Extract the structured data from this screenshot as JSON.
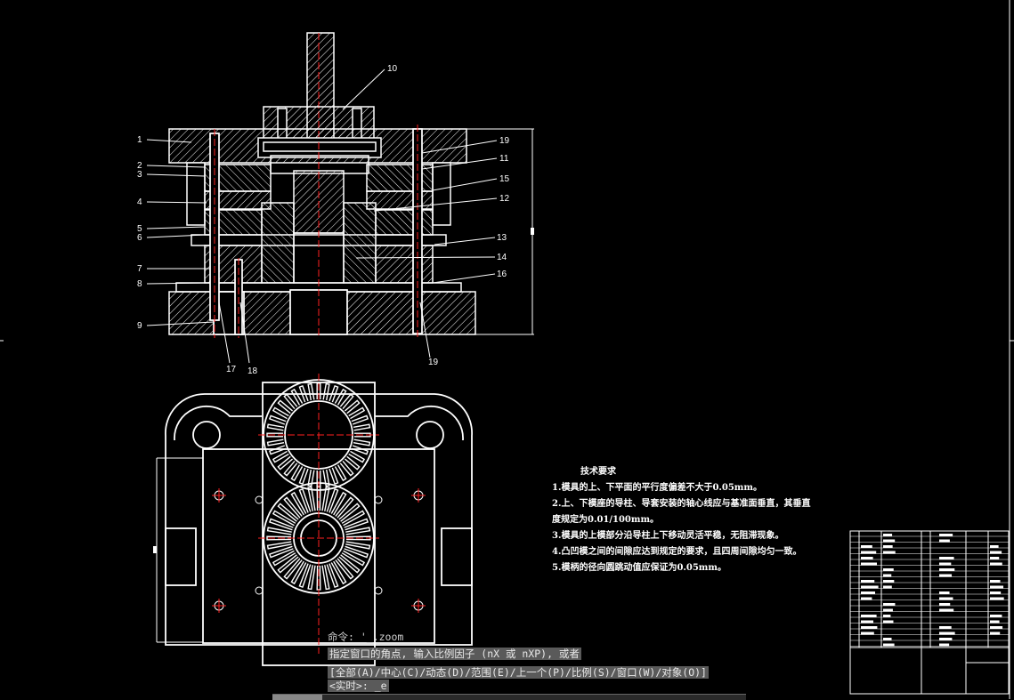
{
  "drawing": {
    "part_numbers": [
      "1",
      "2",
      "3",
      "4",
      "5",
      "6",
      "7",
      "8",
      "9",
      "10",
      "11",
      "12",
      "13",
      "14",
      "15",
      "16",
      "17",
      "18",
      "19",
      "19"
    ],
    "technical_requirements": {
      "title": "技术要求",
      "items": [
        "1.模具的上、下平面的平行度偏差不大于0.05mm。",
        "2.上、下模座的导柱、导套安装的轴心线应与基准面垂直，其垂直",
        "度规定为0.01/100mm。",
        "3.模具的上模部分沿导柱上下移动灵活平稳，无阻滞现象。",
        "4.凸凹模之间的间隙应达到规定的要求，且四周间隙均匀一致。",
        "5.模柄的径向圆跳动值应保证为0.05mm。"
      ]
    }
  },
  "command": {
    "line1_prompt": "命令: ",
    "line1_value": "'_.zoom",
    "line2": "指定窗口的角点, 输入比例因子 (nX 或 nXP), 或者",
    "line3": "[全部(A)/中心(C)/动态(D)/范围(E)/上一个(P)/比例(S)/窗口(W)/对象(O)]",
    "line4": "<实时>: _e"
  },
  "colors": {
    "background": "#000000",
    "lines": "#ffffff",
    "centerlines": "#ff2020",
    "command_bg": "#5a5a5a"
  }
}
